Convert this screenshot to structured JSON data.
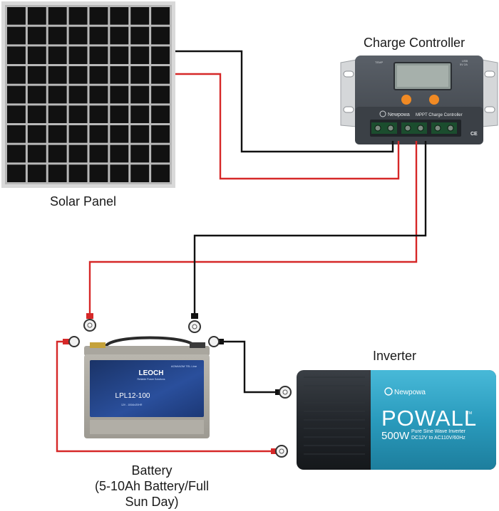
{
  "labels": {
    "solar_panel": "Solar Panel",
    "charge_controller": "Charge Controller",
    "inverter": "Inverter",
    "battery_line1": "Battery",
    "battery_line2": "(5-10Ah Battery/Full",
    "battery_line3": "Sun Day)"
  },
  "controller": {
    "brand": "Newpowa",
    "model": "MPPT Charge Controller",
    "temp_label": "TEMP",
    "usb_label": "USB",
    "usb_spec": "5V 2A",
    "ce_mark": "CE"
  },
  "battery": {
    "brand": "LEOCH",
    "tagline": "Reliable Power Solutions",
    "series": "AGM/AGM TEL Line",
    "model": "LPL12-100",
    "spec": "12V - 100Ah/20HR"
  },
  "inverter": {
    "brand": "Newpowa",
    "product": "POWALL",
    "trademark": "TM",
    "wattage": "500W",
    "line1": "Pure Sine Wave Inverter",
    "line2": "DC12V to AC110V/60Hz"
  },
  "colors": {
    "wire_red": "#d62828",
    "wire_black": "#111111",
    "panel_cell": "#111111",
    "panel_frame": "#c8c8c8",
    "battery_label": "#1f3b73",
    "inverter_teal": "#2fa3c4",
    "controller_body": "#4a5057",
    "button_orange": "#f08a24"
  }
}
